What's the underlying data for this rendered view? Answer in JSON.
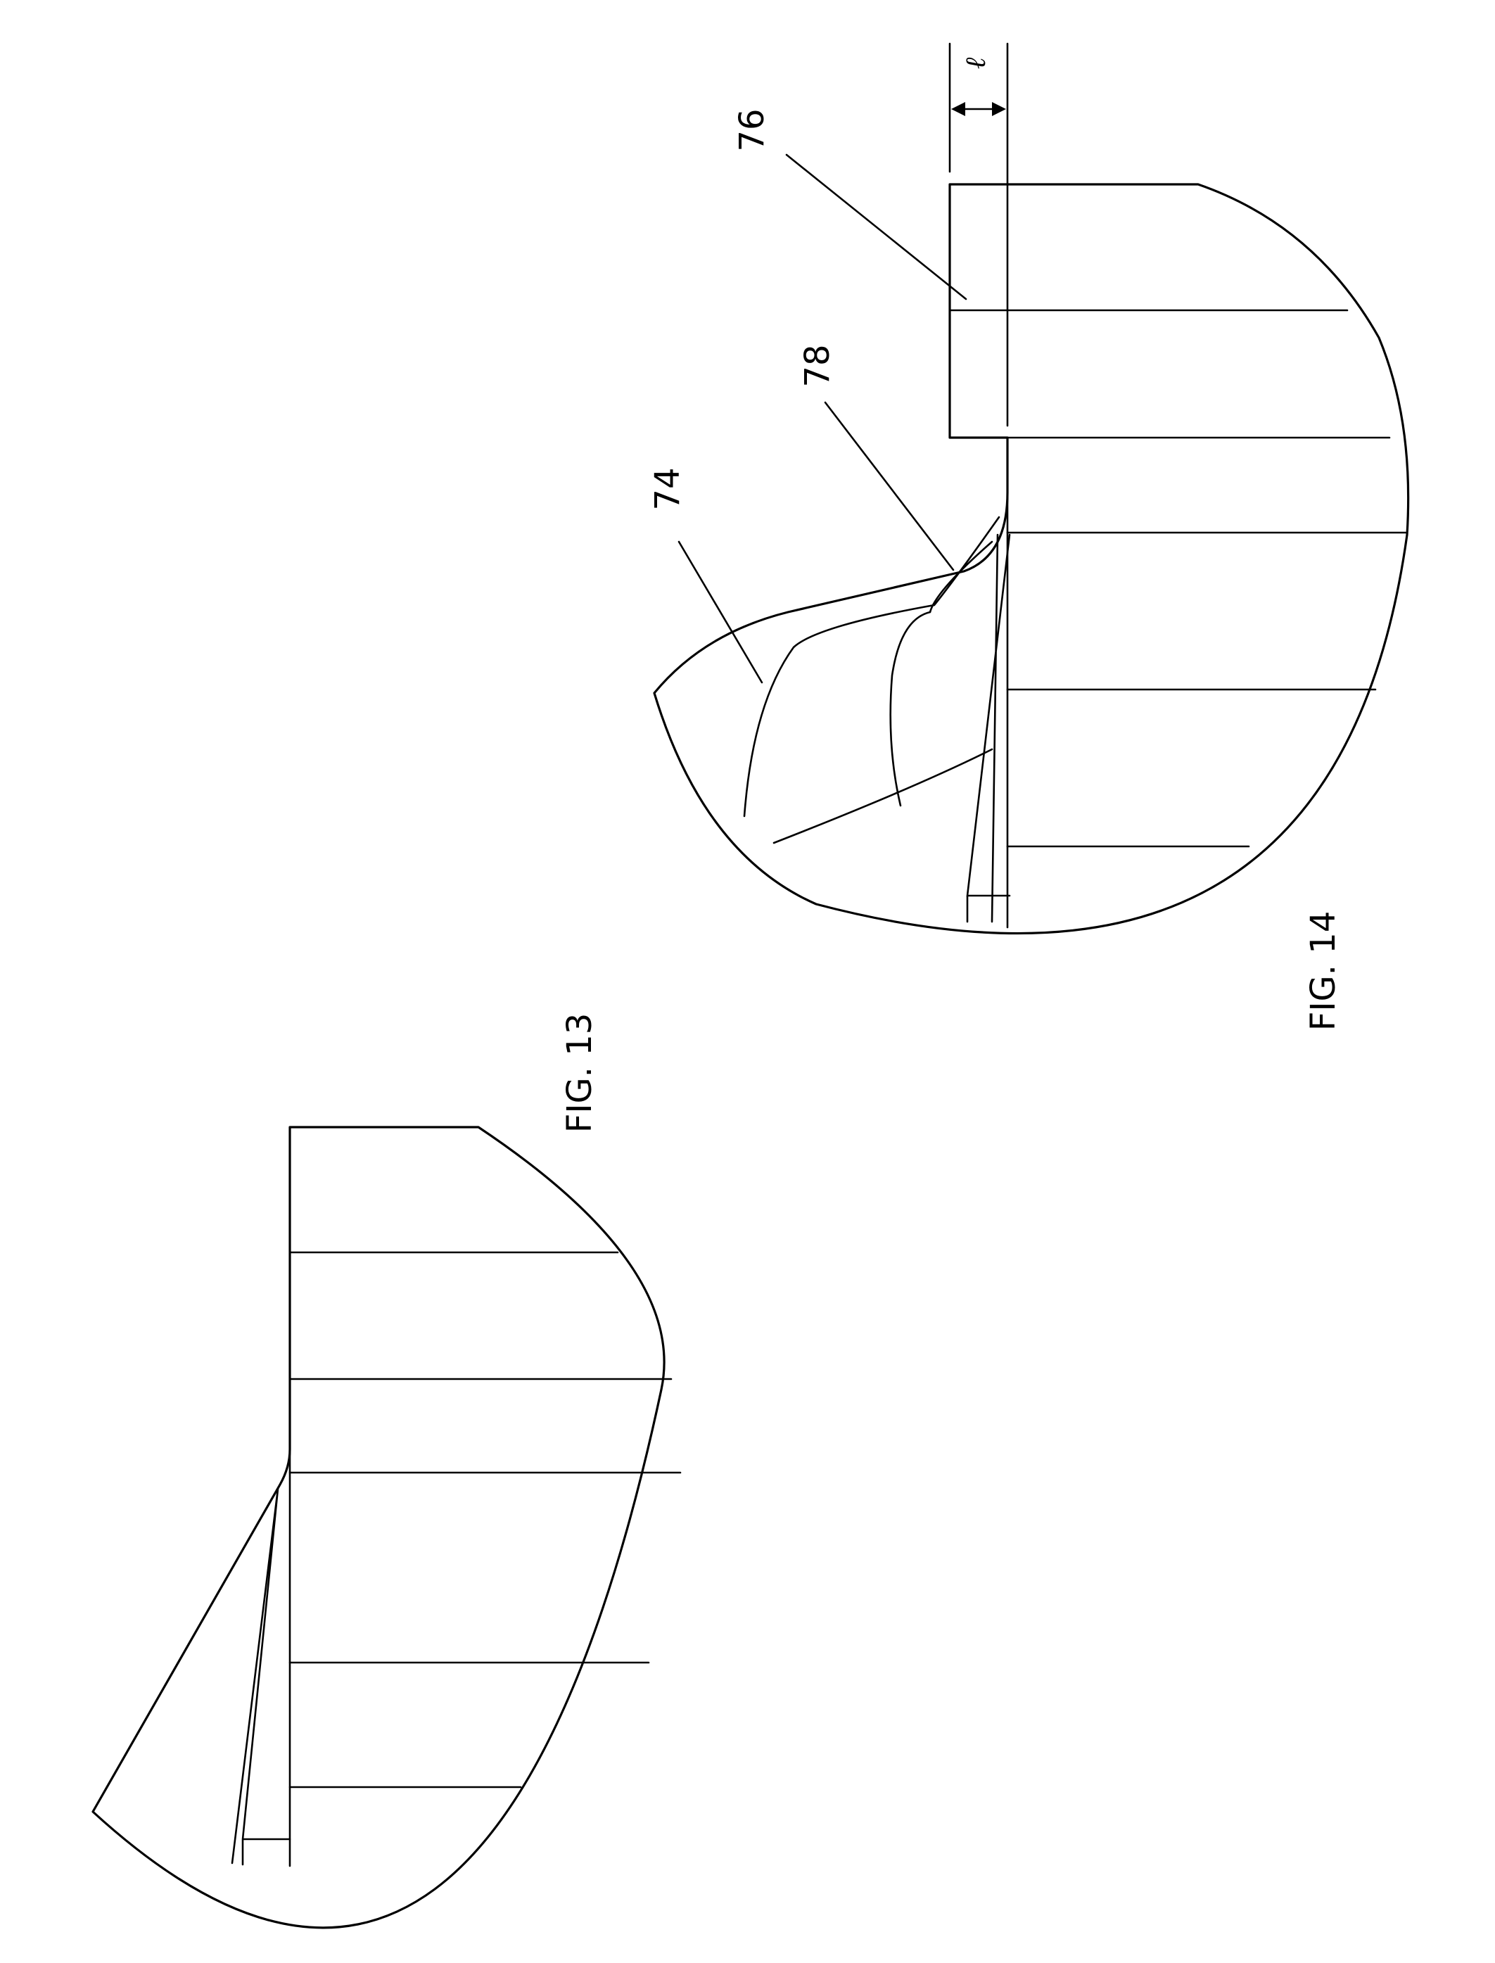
{
  "figures": [
    {
      "id": "fig13",
      "caption": "FIG. 13"
    },
    {
      "id": "fig14",
      "caption": "FIG. 14"
    }
  ],
  "reference_numerals": {
    "r74": "74",
    "r76": "76",
    "r78": "78"
  },
  "dimension_symbol": "ℓ",
  "colors": {
    "line": "#000000",
    "background": "#ffffff"
  }
}
